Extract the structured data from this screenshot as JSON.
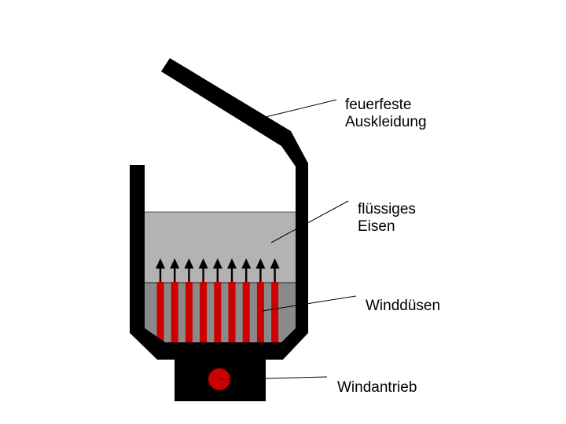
{
  "labels": {
    "lining": {
      "line1": "feuerfeste",
      "line2": "Auskleidung"
    },
    "iron": {
      "line1": "flüssiges",
      "line2": "Eisen"
    },
    "nozzles": {
      "text": "Winddüsen"
    },
    "drive": {
      "text": "Windantrieb"
    }
  },
  "colors": {
    "vessel_wall": "#000000",
    "liquid_iron": "#b3b3b3",
    "lower_zone": "#8a8a8a",
    "nozzle": "#cc0000",
    "fan": "#cc0000",
    "leader_line": "#000000"
  },
  "nozzle_count": 9,
  "icons": {
    "nozzle_arrow": "arrow-up-icon",
    "fan": "fan-icon"
  }
}
